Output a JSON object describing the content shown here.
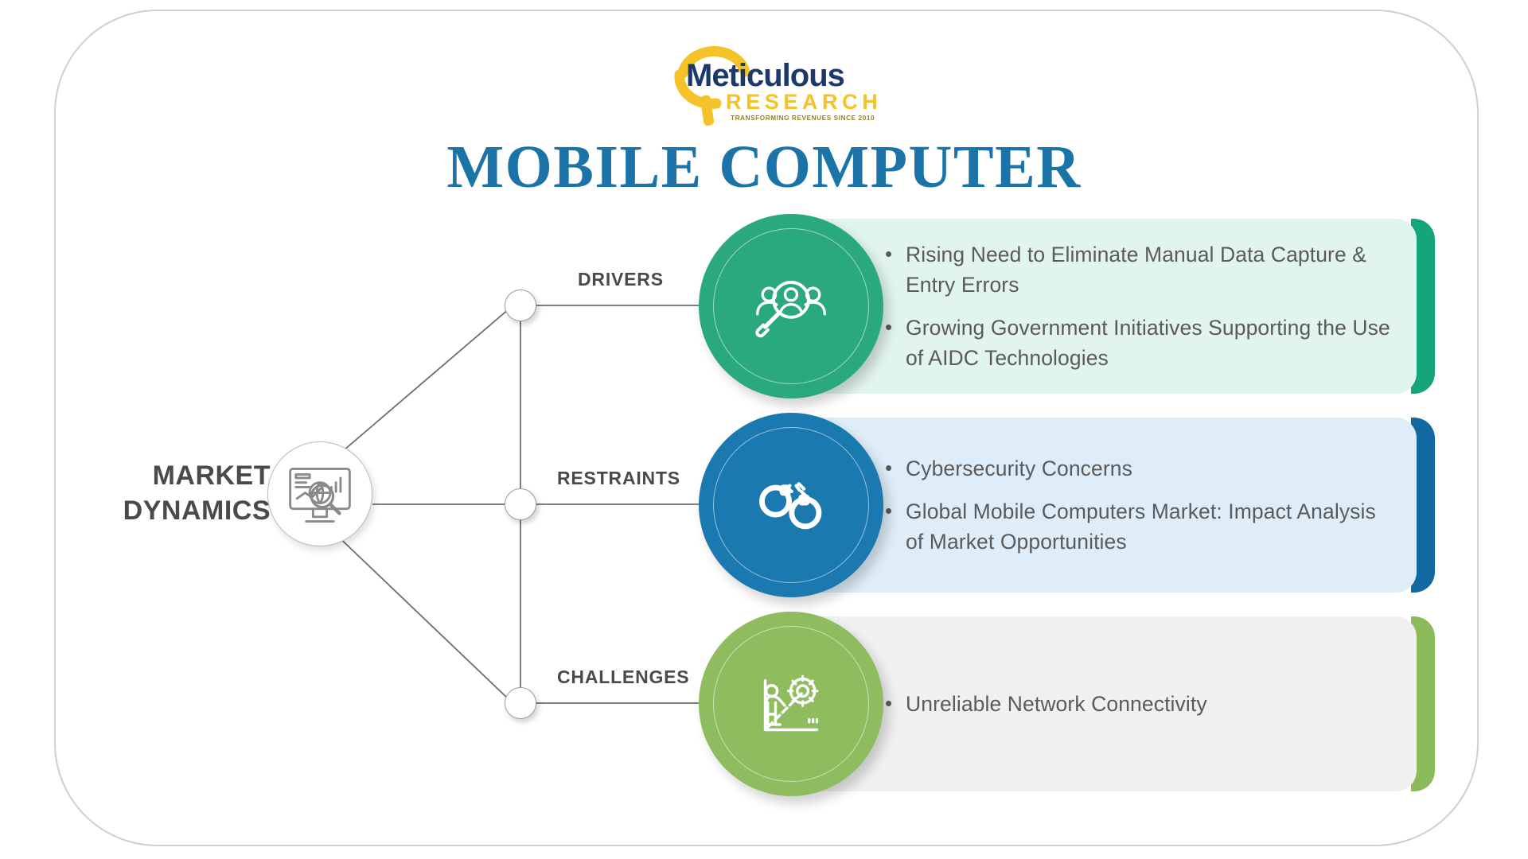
{
  "brand": {
    "logo_name": "Meticulous",
    "logo_sub": "RESEARCH",
    "logo_tagline": "TRANSFORMING  REVENUES  SINCE  2010",
    "logo_blue": "#1B3A6B",
    "logo_yellow": "#F5C22A"
  },
  "header": {
    "title": "MOBILE COMPUTER",
    "title_color": "#1B73A8"
  },
  "hub": {
    "label_line1": "MARKET",
    "label_line2": "DYNAMICS",
    "icon": "market-analytics-monitor-icon"
  },
  "rows": [
    {
      "key": "drivers",
      "label": "DRIVERS",
      "icon": "people-magnifier-icon",
      "circle_color": "#2BA97E",
      "panel_bg": "#E2F4EE",
      "accent_color": "#14A57A",
      "bullets": [
        "Rising Need to Eliminate Manual Data Capture & Entry Errors",
        "Growing Government Initiatives Supporting the Use of AIDC Technologies"
      ]
    },
    {
      "key": "restraints",
      "label": "RESTRAINTS",
      "icon": "handcuffs-icon",
      "circle_color": "#1A79AF",
      "panel_bg": "#DEEDF8",
      "accent_color": "#1268A0",
      "bullets": [
        "Cybersecurity Concerns",
        "Global Mobile Computers Market: Impact Analysis of Market Opportunities"
      ]
    },
    {
      "key": "challenges",
      "label": "CHALLENGES",
      "icon": "person-pushing-gear-icon",
      "circle_color": "#8FBC5E",
      "panel_bg": "#F0F0F0",
      "accent_color": "#8CBB5B",
      "bullets": [
        "Unreliable Network Connectivity"
      ]
    }
  ]
}
